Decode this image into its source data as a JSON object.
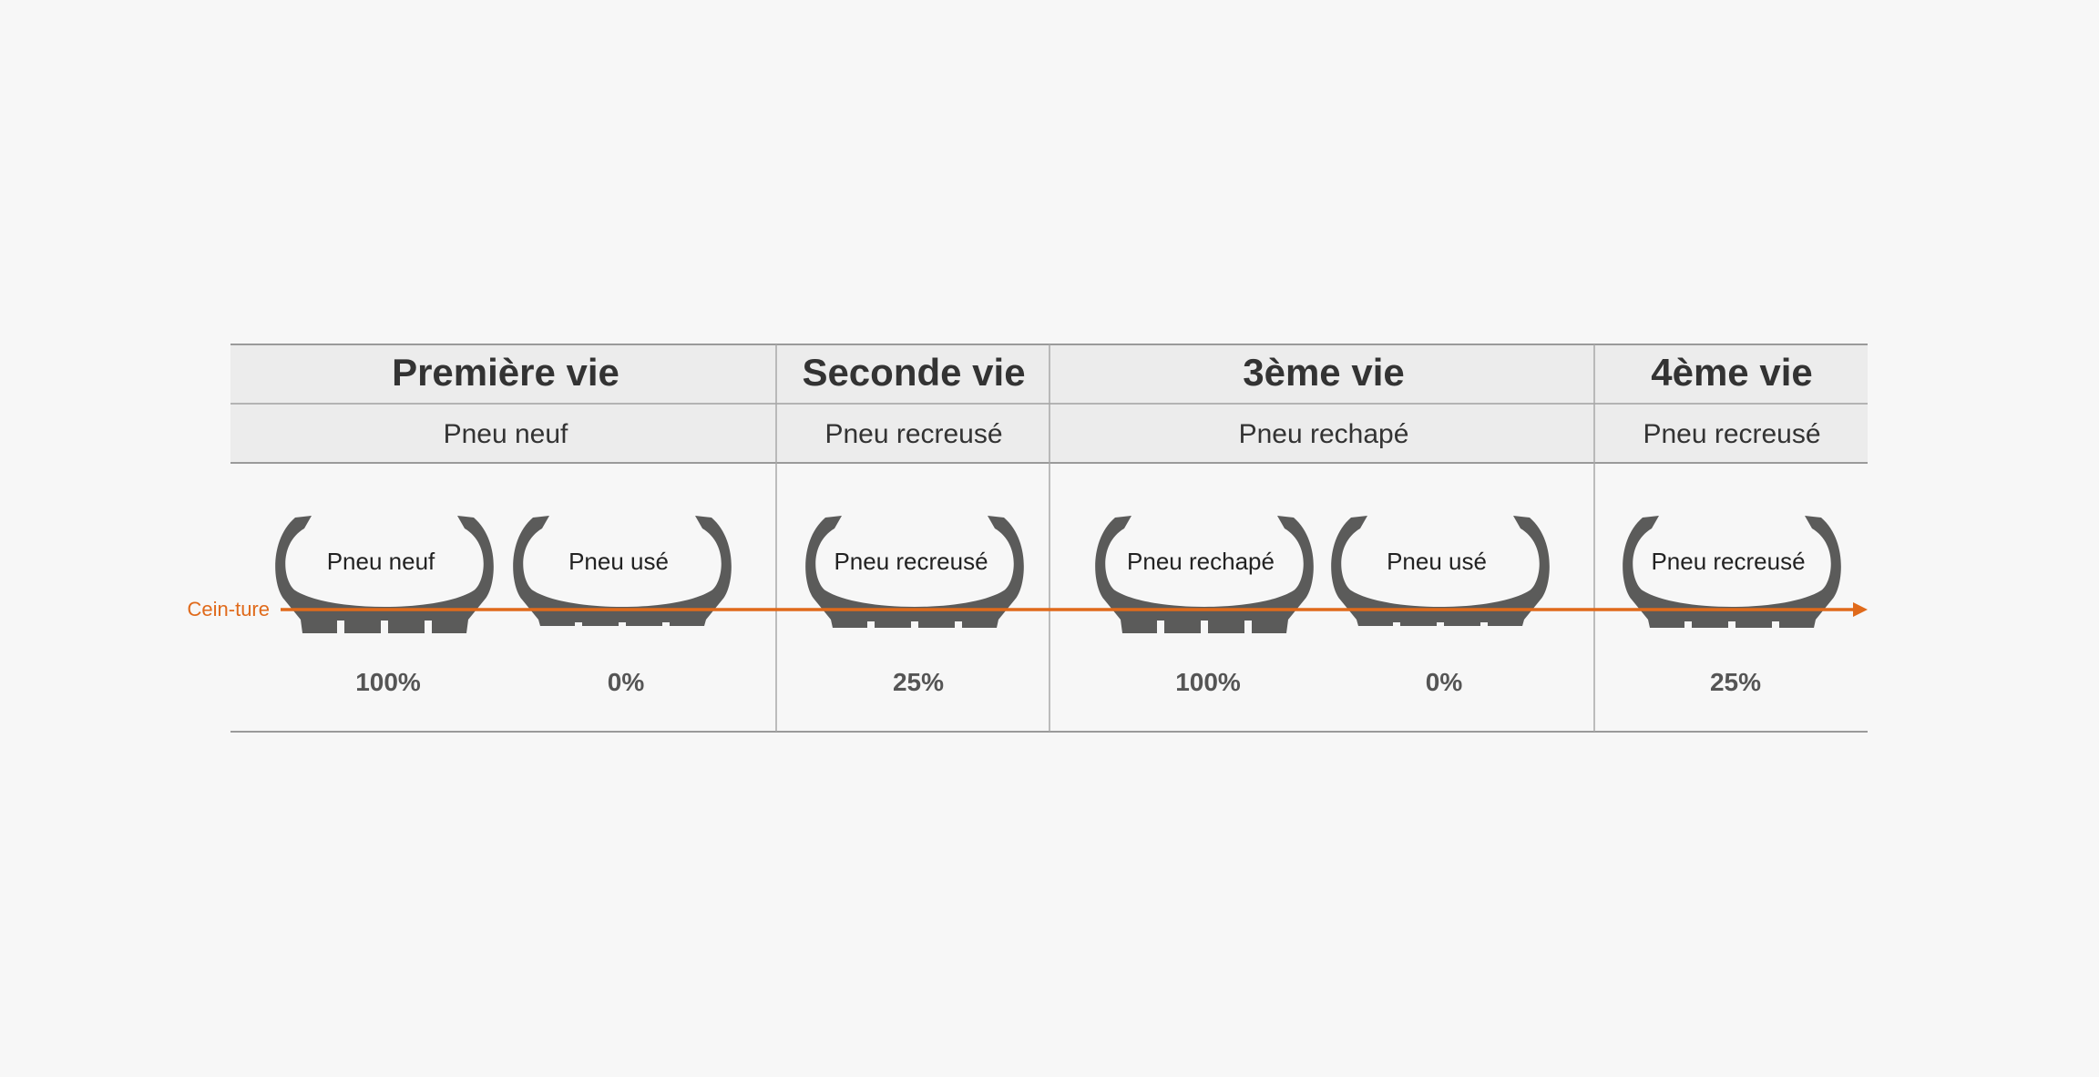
{
  "colors": {
    "background": "#f7f7f7",
    "header_fill": "#ececec",
    "grid_line": "#9a9a9a",
    "tire": "#5b5b5a",
    "belt": "#e06a1b",
    "title_text": "#333333",
    "pct_text": "#555555"
  },
  "columns": [
    {
      "title": "Première vie",
      "subtitle": "Pneu neuf"
    },
    {
      "title": "Seconde vie",
      "subtitle": "Pneu recreusé"
    },
    {
      "title": "3ème vie",
      "subtitle": "Pneu rechapé"
    },
    {
      "title": "4ème vie",
      "subtitle": "Pneu recreusé"
    }
  ],
  "tires": [
    {
      "label": "Pneu neuf",
      "percent": "100%",
      "tread_depth": 1.0,
      "column": 0
    },
    {
      "label": "Pneu usé",
      "percent": "0%",
      "tread_depth": 0.0,
      "column": 0
    },
    {
      "label": "Pneu recreusé",
      "percent": "25%",
      "tread_depth": 0.25,
      "column": 1
    },
    {
      "label": "Pneu rechapé",
      "percent": "100%",
      "tread_depth": 1.0,
      "column": 2
    },
    {
      "label": "Pneu usé",
      "percent": "0%",
      "tread_depth": 0.0,
      "column": 2
    },
    {
      "label": "Pneu recreusé",
      "percent": "25%",
      "tread_depth": 0.25,
      "column": 3
    }
  ],
  "belt": {
    "label": "Cein-ture",
    "direction": "right-arrow"
  }
}
